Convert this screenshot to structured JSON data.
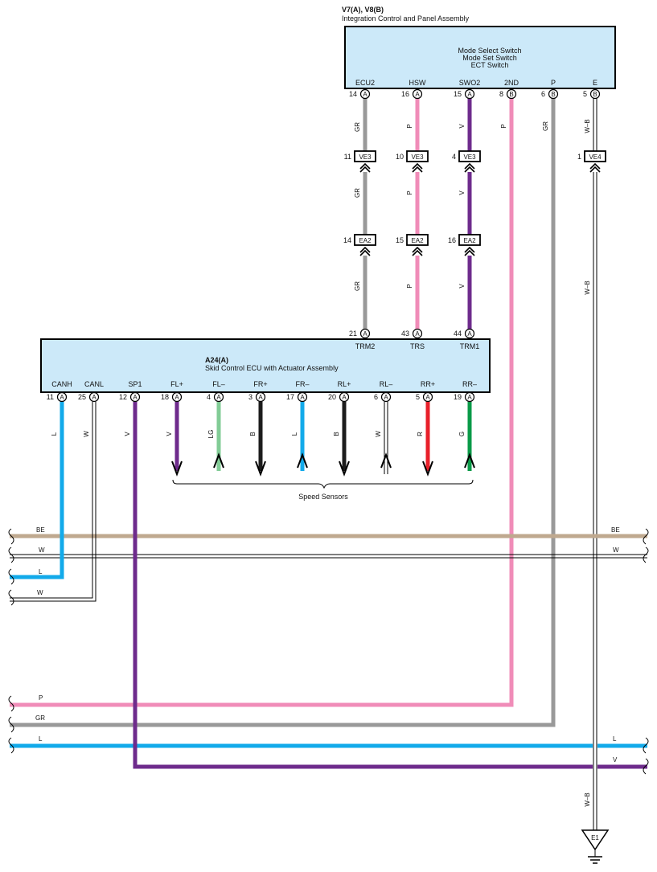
{
  "top_component": {
    "ref": "V7(A), V8(B)",
    "name": "Integration Control and Panel Assembly",
    "inner_lines": [
      "Mode Select Switch",
      "Mode Set Switch",
      "ECT Switch"
    ],
    "pins": [
      {
        "label": "ECU2",
        "num": "14",
        "conn": "A"
      },
      {
        "label": "HSW",
        "num": "16",
        "conn": "A"
      },
      {
        "label": "SWO2",
        "num": "15",
        "conn": "A"
      },
      {
        "label": "2ND",
        "num": "8",
        "conn": "B"
      },
      {
        "label": "P",
        "num": "6",
        "conn": "B"
      },
      {
        "label": "E",
        "num": "5",
        "conn": "B"
      }
    ]
  },
  "ecu": {
    "ref": "A24(A)",
    "name": "Skid Control ECU with Actuator Assembly",
    "top_pins": [
      {
        "label": "TRM2",
        "num": "21",
        "conn": "A"
      },
      {
        "label": "TRS",
        "num": "43",
        "conn": "A"
      },
      {
        "label": "TRM1",
        "num": "44",
        "conn": "A"
      }
    ],
    "bottom_pins": [
      {
        "label": "CANH",
        "num": "11",
        "conn": "A"
      },
      {
        "label": "CANL",
        "num": "25",
        "conn": "A"
      },
      {
        "label": "SP1",
        "num": "12",
        "conn": "A"
      },
      {
        "label": "FL+",
        "num": "18",
        "conn": "A"
      },
      {
        "label": "FL–",
        "num": "4",
        "conn": "A"
      },
      {
        "label": "FR+",
        "num": "3",
        "conn": "A"
      },
      {
        "label": "FR–",
        "num": "17",
        "conn": "A"
      },
      {
        "label": "RL+",
        "num": "20",
        "conn": "A"
      },
      {
        "label": "RL–",
        "num": "6",
        "conn": "A"
      },
      {
        "label": "RR+",
        "num": "5",
        "conn": "A"
      },
      {
        "label": "RR–",
        "num": "19",
        "conn": "A"
      }
    ]
  },
  "connectors": [
    {
      "num": "11",
      "name": "VE3"
    },
    {
      "num": "10",
      "name": "VE3"
    },
    {
      "num": "4",
      "name": "VE3"
    },
    {
      "num": "1",
      "name": "VE4"
    },
    {
      "num": "14",
      "name": "EA2"
    },
    {
      "num": "15",
      "name": "EA2"
    },
    {
      "num": "16",
      "name": "EA2"
    }
  ],
  "wire_colors": {
    "top_ecu2": [
      "GR",
      "GR",
      "GR"
    ],
    "top_hsw": [
      "P",
      "P",
      "P"
    ],
    "top_swo2": [
      "V",
      "V",
      "V"
    ],
    "top_2nd": "P",
    "top_p": "GR",
    "top_e": "W–B",
    "e_mid": "W–B",
    "e_low": "W–B",
    "ecu_bottom": [
      "L",
      "W",
      "V",
      "V",
      "LG",
      "B",
      "L",
      "B",
      "W",
      "R",
      "G"
    ]
  },
  "speed_sensors_label": "Speed Sensors",
  "bus_lines": [
    {
      "left_label": "BE",
      "right_label": "BE"
    },
    {
      "left_label": "W",
      "right_label": "W"
    },
    {
      "left_label": "L",
      "right_label": ""
    },
    {
      "left_label": "W",
      "right_label": ""
    },
    {
      "left_label": "P",
      "right_label": ""
    },
    {
      "left_label": "GR",
      "right_label": ""
    },
    {
      "left_label": "L",
      "right_label": "L"
    },
    {
      "left_label": "",
      "right_label": "V"
    }
  ],
  "ground_label": "E1",
  "colors": {
    "GR": "#999999",
    "P": "#f08cb8",
    "V": "#6e2b8c",
    "L": "#12aaea",
    "LG": "#82cc96",
    "B": "#1c1c1c",
    "R": "#e8202a",
    "G": "#0a9a48",
    "BE": "#bfa98f",
    "box_fill": "#cce9f9"
  }
}
